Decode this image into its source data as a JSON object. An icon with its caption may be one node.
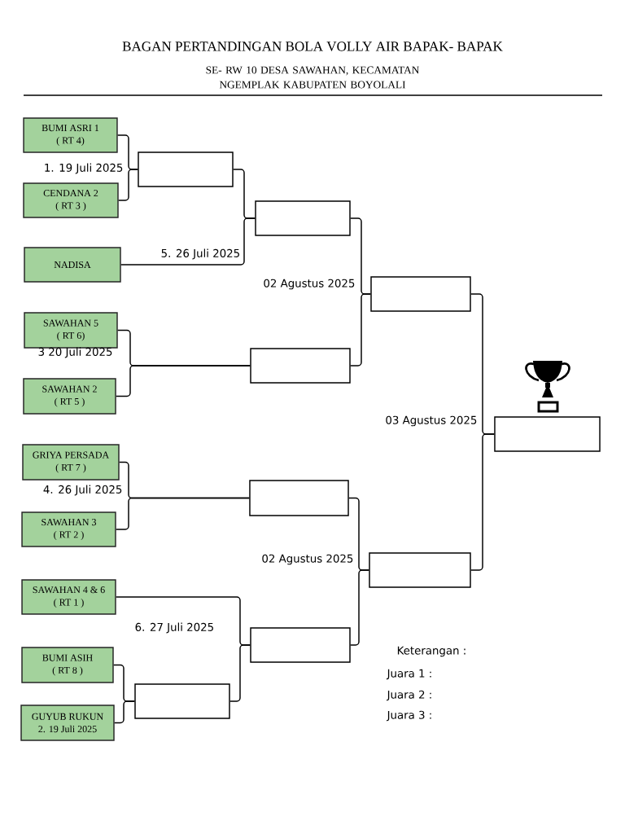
{
  "diagram": {
    "title": "BAGAN PERTANDINGAN BOLA VOLLY AIR BAPAK- BAPAK",
    "nodes": [
      {
        "text": [
          "BUMI ASRI 1",
          "( RT 4)"
        ]
      },
      {
        "text": [
          "CENDANA 2",
          "( RT 3 )"
        ]
      },
      {
        "text": [
          "NADISA"
        ]
      },
      {
        "text": [
          "SAWAHAN 5",
          "( RT 6)"
        ]
      },
      {
        "text": [
          "SAWAHAN 2",
          "( RT 5 )"
        ]
      },
      {
        "text": [
          "GRIYA PERSADA",
          "( RT 7 )"
        ]
      },
      {
        "text": [
          "SAWAHAN 3",
          "( RT 2 )"
        ]
      },
      {
        "text": [
          "SAWAHAN 4 & 6",
          "( RT 1 )"
        ]
      },
      {
        "text": [
          "BUMI ASIH",
          "( RT 8 )"
        ]
      },
      {
        "text": [
          "GUYUB RUKUN",
          "2. 19 Juli 2025"
        ]
      },
      {
        "text": [],
        "shape": "box"
      },
      {
        "text": [],
        "shape": "box"
      },
      {
        "text": [],
        "shape": "box"
      },
      {
        "text": [],
        "shape": "box"
      },
      {
        "text": [],
        "shape": "box"
      },
      {
        "text": [],
        "shape": "box"
      },
      {
        "text": [],
        "shape": "box"
      },
      {
        "text": [],
        "shape": "box"
      },
      {
        "text": [],
        "shape": "box"
      }
    ],
    "edges": [
      {
        "from": 0,
        "to": 10,
        "arrow": "none"
      },
      {
        "from": 1,
        "to": 10,
        "arrow": "none"
      },
      {
        "from": 10,
        "to": 11,
        "arrow": "none"
      },
      {
        "from": 2,
        "to": 11,
        "arrow": "none"
      },
      {
        "from": 3,
        "to": 12,
        "arrow": "none"
      },
      {
        "from": 4,
        "to": 12,
        "arrow": "none"
      },
      {
        "from": 11,
        "to": 13,
        "arrow": "none"
      },
      {
        "from": 12,
        "to": 13,
        "arrow": "none"
      },
      {
        "from": 5,
        "to": 14,
        "arrow": "none"
      },
      {
        "from": 6,
        "to": 14,
        "arrow": "none"
      },
      {
        "from": 8,
        "to": 17,
        "arrow": "none"
      },
      {
        "from": 9,
        "to": 17,
        "arrow": "none"
      },
      {
        "from": 7,
        "to": 18,
        "arrow": "none"
      },
      {
        "from": 17,
        "to": 18,
        "arrow": "none"
      },
      {
        "from": 14,
        "to": 15,
        "arrow": "none"
      },
      {
        "from": 18,
        "to": 15,
        "arrow": "none"
      },
      {
        "from": 13,
        "to": 16,
        "arrow": "none"
      },
      {
        "from": 15,
        "to": 16,
        "arrow": "none"
      }
    ],
    "labels": [
      "SE- RW 10 DESA SAWAHAN, KECAMATAN NGEMPLAK KABUPATEN BOYOLALI",
      "1. 19 Juli 2025",
      "5. 26 Juli 2025",
      "02 Agustus 2025",
      "3 20 Juli 2025",
      "4. 26 Juli 2025",
      "03 Agustus 2025",
      "02 Agustus 2025",
      "6. 27 Juli 2025",
      "Keterangan :",
      "Juara 1 :",
      "Juara 2 :",
      "Juara 3 :"
    ]
  }
}
